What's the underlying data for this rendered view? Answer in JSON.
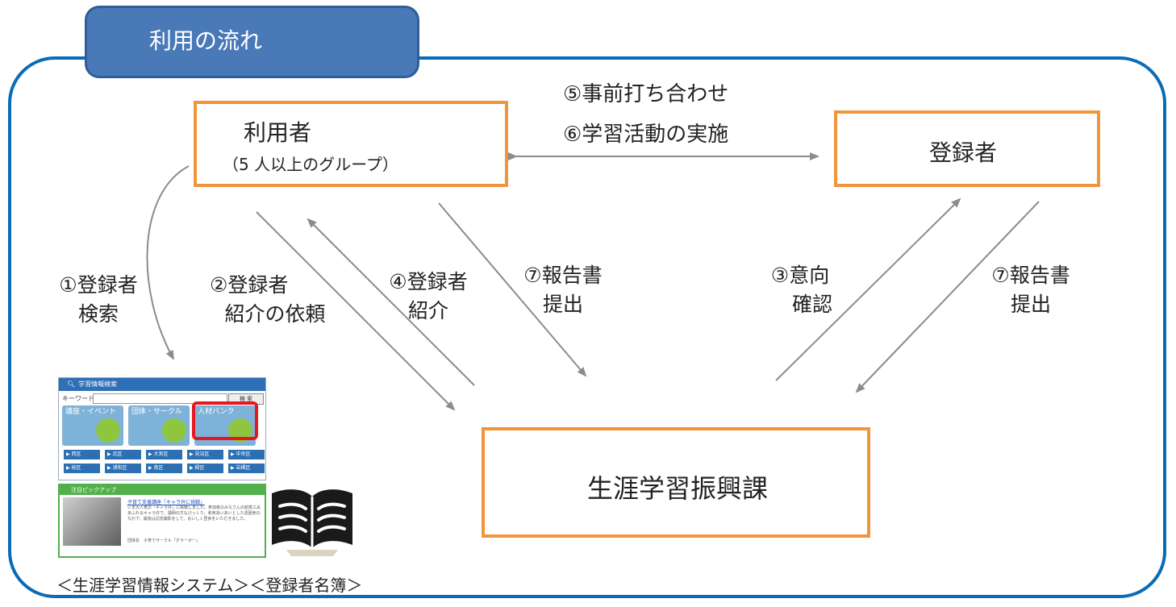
{
  "title": "利用の流れ",
  "nodes": {
    "user": {
      "label": "利用者",
      "sub": "（5 人以上のグループ）"
    },
    "registrant": {
      "label": "登録者"
    },
    "office": {
      "label": "生涯学習振興課"
    }
  },
  "steps": {
    "s1": [
      "①登録者",
      "検索"
    ],
    "s2": [
      "②登録者",
      "紹介の依頼"
    ],
    "s3": [
      "③意向",
      "確認"
    ],
    "s4": [
      "④登録者",
      "紹介"
    ],
    "s5": "⑤事前打ち合わせ",
    "s6": "⑥学習活動の実施",
    "s7a": [
      "⑦報告書",
      "提出"
    ],
    "s7b": [
      "⑦報告書",
      "提出"
    ]
  },
  "screenshot": {
    "header": "学習情報検索",
    "keyword_label": "キーワード",
    "search_button": "検 索",
    "tiles": [
      "講座・イベント",
      "団体・サークル",
      "人材バンク"
    ],
    "wards": [
      "▶ 西区",
      "▶ 北区",
      "▶ 大宮区",
      "▶ 見沼区",
      "▶ 中央区",
      "▶ 桜区",
      "▶ 浦和区",
      "▶ 南区",
      "▶ 緑区",
      "▶ 岩槻区"
    ],
    "news_header": "注目ピックアップ",
    "news_headline": "子育て支援講座「キャラ弁に挑戦」",
    "news_body": "いま大人気の「キャラ弁」に挑戦しました。参加者のみなさんの創意工夫あふれるキャラ弁で、講師の方もびっくり。和気あいあいとした雰囲気のなかで、最後は記念撮影をして、おいしく昼食をいただきました。",
    "news_foot": "団体名　子育てサークル「夕ラーボー」"
  },
  "caption": "＜生涯学習情報システム＞＜登録者名簿＞",
  "colors": {
    "frame": "#0a6cb5",
    "tab": "#4a79b8",
    "box_border": "#f0953b",
    "arrow": "#8c8c8c",
    "highlight": "#e5171f"
  }
}
